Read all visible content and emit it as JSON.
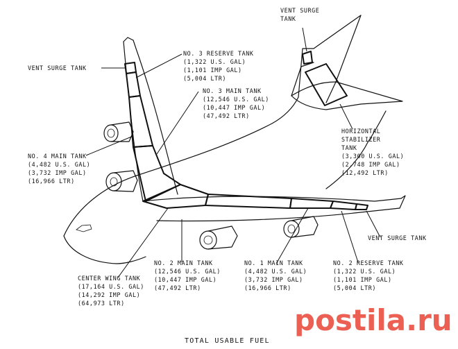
{
  "figure": {
    "caption": "TOTAL USABLE FUEL",
    "watermark": "postila.ru"
  },
  "labels": {
    "vent_surge_tank_left": "VENT SURGE TANK",
    "vent_surge_tank_tail": [
      "VENT SURGE",
      "TANK"
    ],
    "vent_surge_tank_right": "VENT SURGE TANK",
    "no3_reserve": [
      "NO. 3 RESERVE TANK",
      "(1,322 U.S. GAL)",
      "(1,101 IMP GAL)",
      "(5,004 LTR)"
    ],
    "no3_main": [
      "NO. 3 MAIN TANK",
      "(12,546 U.S. GAL)",
      "(10,447 IMP GAL)",
      "(47,492 LTR)"
    ],
    "horizontal_stabilizer": [
      "HORIZONTAL",
      "STABILIZER",
      "TANK",
      "(3,300 U.S. GAL)",
      "(2,748 IMP GAL)",
      "(12,492 LTR)"
    ],
    "no4_main": [
      "NO. 4 MAIN TANK",
      "(4,482 U.S. GAL)",
      "(3,732 IMP GAL)",
      "(16,966 LTR)"
    ],
    "no2_main": [
      "NO. 2 MAIN TANK",
      "(12,546 U.S. GAL)",
      "(10,447 IMP GAL)",
      "(47,492 LTR)"
    ],
    "no1_main": [
      "NO. 1 MAIN TANK",
      "(4,482 U.S. GAL)",
      "(3,732 IMP GAL)",
      "(16,966 LTR)"
    ],
    "no2_reserve": [
      "NO. 2 RESERVE TANK",
      "(1,322 U.S. GAL)",
      "(1,101 IMP GAL)",
      "(5,004 LTR)"
    ],
    "center_wing": [
      "CENTER WING TANK",
      "(17,164 U.S. GAL)",
      "(14,292 IMP GAL)",
      "(64,973 LTR)"
    ]
  }
}
